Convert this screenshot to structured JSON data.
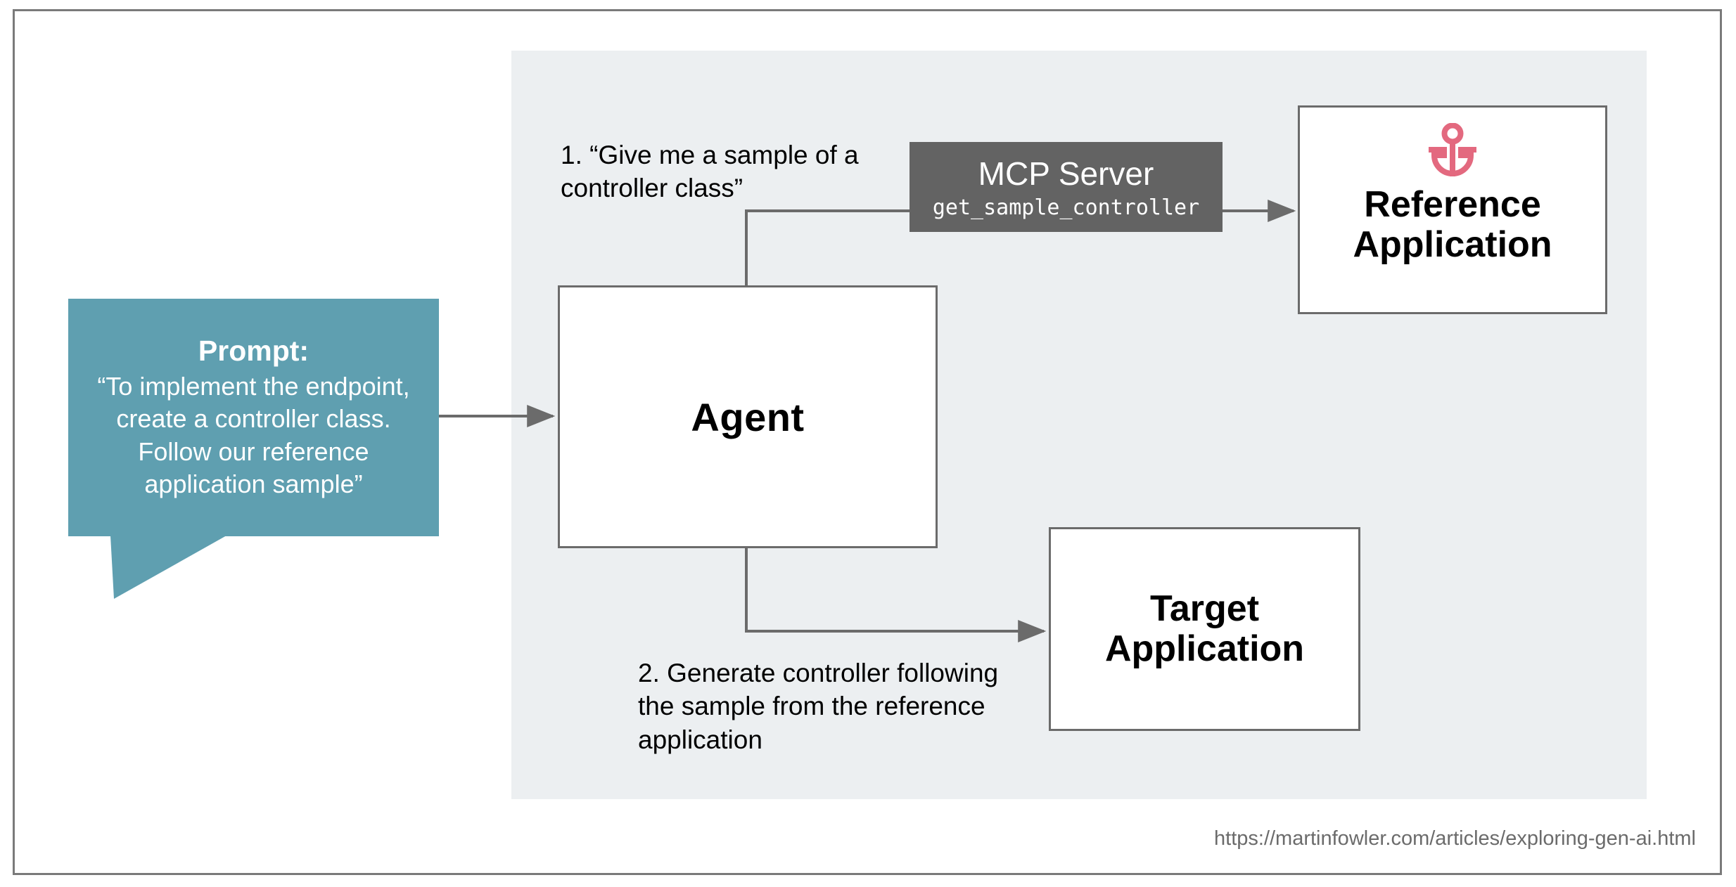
{
  "diagram": {
    "panel_color": "#eceff1",
    "frame_color": "#7a7a7a",
    "prompt_bubble": {
      "title": "Prompt:",
      "text": "“To implement the endpoint, create a controller class. Follow our reference application sample”",
      "color": "#5f9fb0"
    },
    "nodes": {
      "agent": {
        "label": "Agent",
        "color": "#ffffff"
      },
      "mcp_server": {
        "title": "MCP Server",
        "tool": "get_sample_controller",
        "color": "#636363"
      },
      "reference_application": {
        "label": "Reference\nApplication",
        "icon": "anchor-icon",
        "icon_color": "#e3697f",
        "color": "#ffffff"
      },
      "target_application": {
        "label": "Target\nApplication",
        "color": "#ffffff"
      }
    },
    "annotations": {
      "step1": "1. “Give me a sample of a controller class”",
      "step2": "2. Generate controller following the sample from the reference application"
    },
    "footer": {
      "url": "https://martinfowler.com/articles/exploring-gen-ai.html"
    }
  }
}
